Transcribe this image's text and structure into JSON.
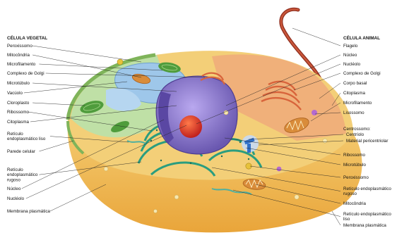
{
  "left_heading": "CÉLULA VEGETAL",
  "right_heading": "CÉLULA ANIMAL",
  "left_labels": [
    [
      "Peroxissomo"
    ],
    [
      "Mitocôndria"
    ],
    [
      "Microfilamento"
    ],
    [
      "Complexo de Golgi"
    ],
    [
      "Microtúbulo"
    ],
    [
      "Vacúolo"
    ],
    [
      "Cloroplasto"
    ],
    [
      "Ribossomo"
    ],
    [
      "Citoplasma"
    ],
    [
      "Retículo",
      "endoplasmático liso"
    ],
    [
      "Parede celular"
    ],
    [
      "Retículo",
      "endoplasmático",
      "rugoso"
    ],
    [
      "Núcleo"
    ],
    [
      "Nucléolo"
    ],
    [
      "Membrana plasmática"
    ]
  ],
  "right_labels": [
    [
      "Flagelo"
    ],
    [
      "Núcleo"
    ],
    [
      "Nucléolo"
    ],
    [
      "Complexo de Golgi"
    ],
    [
      "Corpo basal"
    ],
    [
      "Citoplasma"
    ],
    [
      "Microfilamento"
    ],
    [
      "Lisossomo"
    ],
    [
      "Centrossomo:"
    ],
    [
      "Centríolo"
    ],
    [
      "Material pericentriolar"
    ],
    [
      "Ribossomo"
    ],
    [
      "Microtúbulo"
    ],
    [
      "Peroxissomo"
    ],
    [
      "Retículo endoplasmático",
      "rugoso"
    ],
    [
      "Mitocôndria"
    ],
    [
      "Retículo endoplasmático",
      "liso"
    ],
    [
      "Membrana plasmática"
    ]
  ],
  "colors": {
    "cytoplasm": "#f2c96a",
    "cell_base": "#e9a93c",
    "cell_wall": "#9fcf7a",
    "vacuole": "#9ec7ea",
    "nucleus": "#8c79c8",
    "nucleolus": "#d9342b",
    "er_rough": "#2a9d7f",
    "golgi": "#e07a4a",
    "flagellum": "#b8402a",
    "chloroplast": "#4f9c3c",
    "mitochondria": "#d98c3a"
  }
}
